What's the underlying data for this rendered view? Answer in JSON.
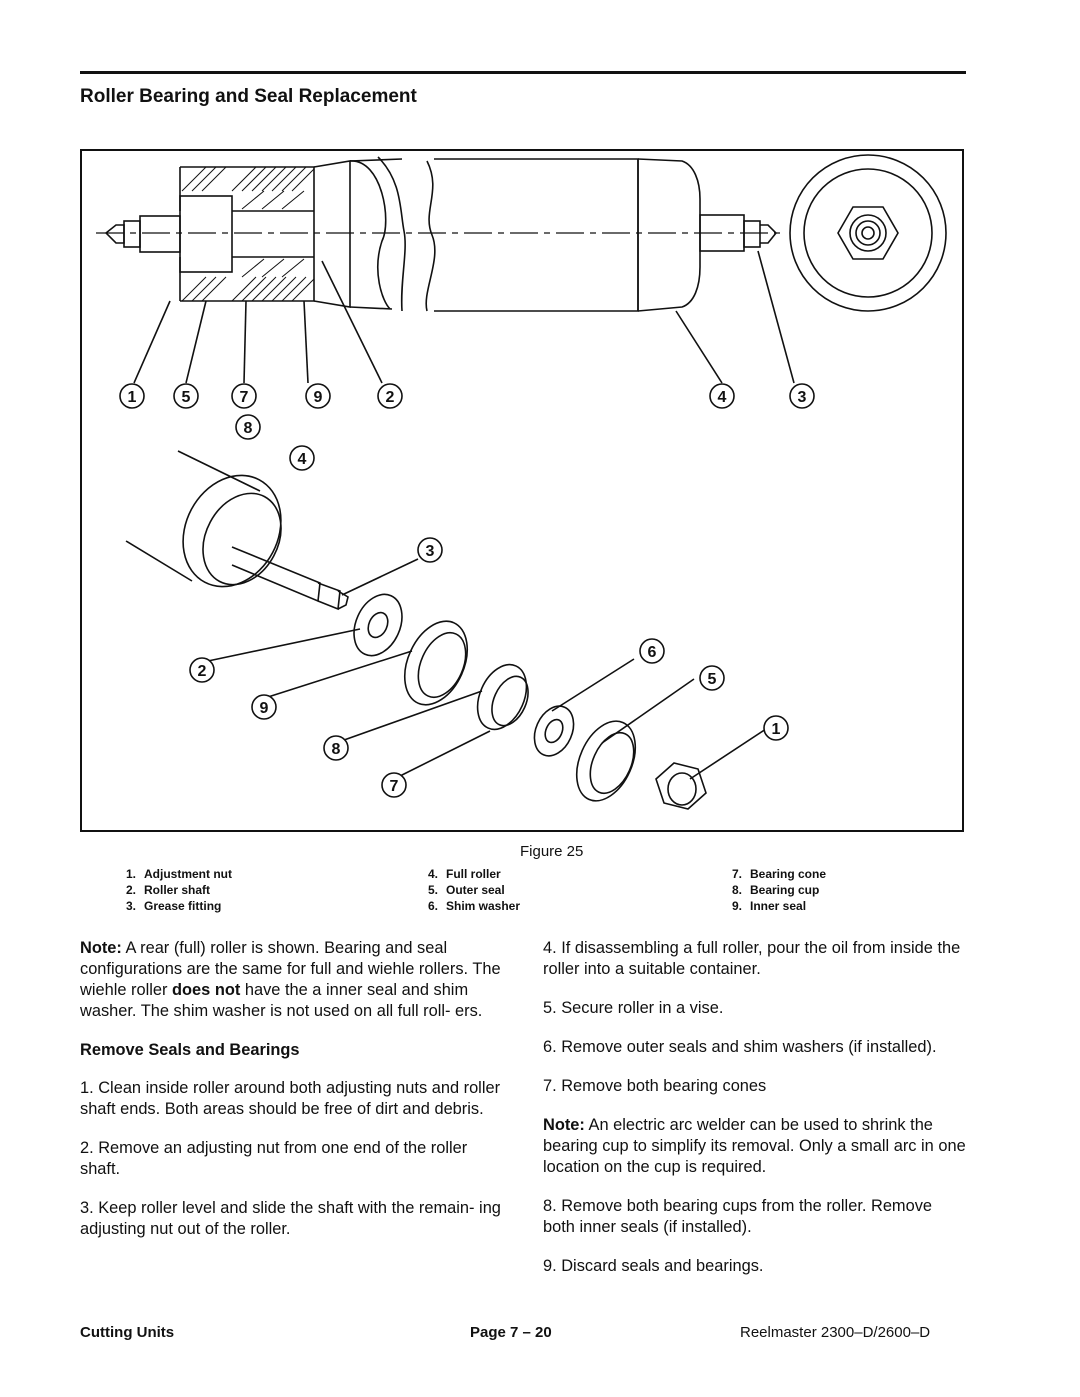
{
  "section_title": "Roller Bearing and Seal Replacement",
  "figure": {
    "caption": "Figure 25",
    "top_callouts": [
      "1",
      "5",
      "7",
      "9",
      "2",
      "4",
      "3",
      "8"
    ],
    "bottom_callouts": [
      "4",
      "3",
      "2",
      "9",
      "8",
      "7",
      "6",
      "5",
      "1"
    ],
    "legend": [
      {
        "num": "1.",
        "label": "Adjustment nut"
      },
      {
        "num": "2.",
        "label": "Roller shaft"
      },
      {
        "num": "3.",
        "label": "Grease fitting"
      },
      {
        "num": "4.",
        "label": "Full roller"
      },
      {
        "num": "5.",
        "label": "Outer seal"
      },
      {
        "num": "6.",
        "label": "Shim washer"
      },
      {
        "num": "7.",
        "label": "Bearing cone"
      },
      {
        "num": "8.",
        "label": "Bearing cup"
      },
      {
        "num": "9.",
        "label": "Inner seal"
      }
    ]
  },
  "note1": {
    "label": "Note:",
    "text_a": " A rear (full) roller is shown. Bearing and seal configurations are the same for full and wiehle rollers. The wiehle roller ",
    "emph": "does not",
    "text_b": " have the a inner seal and shim washer. The shim washer is not used on all full roll- ers."
  },
  "subheading": "Remove Seals and Bearings",
  "steps_left": [
    "1.  Clean inside roller around both adjusting nuts and roller shaft ends. Both areas should be free of dirt and debris.",
    "2.  Remove an adjusting nut from one end of the roller shaft.",
    "3.  Keep roller level and slide the shaft with the remain- ing adjusting nut out of the roller."
  ],
  "steps_right": [
    "4.  If disassembling a full roller, pour the oil from inside the roller into a suitable container.",
    "5.  Secure roller in a vise.",
    "6.  Remove outer seals and shim washers (if installed).",
    "7.  Remove both bearing cones"
  ],
  "note2": {
    "label": "Note:",
    "text": "  An electric arc welder can be used to shrink the bearing cup to simplify its removal. Only a small arc in one location on the cup is required."
  },
  "steps_right2": [
    "8.  Remove both bearing cups from the roller. Remove both inner seals (if installed).",
    "9.  Discard seals and bearings."
  ],
  "footer": {
    "left": "Cutting Units",
    "center": "Page 7 – 20",
    "right": "Reelmaster 2300–D/2600–D"
  }
}
